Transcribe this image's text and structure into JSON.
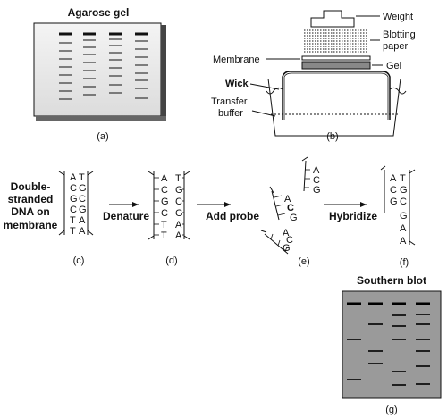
{
  "panel_a": {
    "title": "Agarose gel",
    "caption": "(a)"
  },
  "panel_b": {
    "caption": "(b)",
    "labels": {
      "weight": "Weight",
      "blotting_paper_1": "Blotting",
      "blotting_paper_2": "paper",
      "membrane": "Membrane",
      "gel": "Gel",
      "wick": "Wick",
      "transfer_buffer_1": "Transfer",
      "transfer_buffer_2": "buffer"
    }
  },
  "panel_c": {
    "caption": "(c)",
    "label_lines": [
      "Double-",
      "stranded",
      "DNA on",
      "membrane"
    ],
    "pairs": [
      [
        "A",
        "T"
      ],
      [
        "C",
        "G"
      ],
      [
        "G",
        "C"
      ],
      [
        "C",
        "G"
      ],
      [
        "T",
        "A"
      ],
      [
        "T",
        "A"
      ]
    ]
  },
  "panel_d": {
    "caption": "(d)",
    "left": [
      "A",
      "C",
      "G",
      "C",
      "T",
      "T"
    ],
    "right": [
      "T",
      "G",
      "C",
      "G",
      "A",
      "A"
    ]
  },
  "panel_e": {
    "caption": "(e)",
    "probe_top": [
      "A",
      "C",
      "G"
    ],
    "probe_left": [
      "A",
      "C",
      "G"
    ],
    "probe_bottom": [
      "A",
      "C",
      "G"
    ]
  },
  "panel_f": {
    "caption": "(f)",
    "pairs": [
      [
        "A",
        "T"
      ],
      [
        "C",
        "G"
      ],
      [
        "G",
        "C"
      ]
    ],
    "single": [
      "G",
      "A",
      "A"
    ]
  },
  "panel_g": {
    "title": "Southern blot",
    "caption": "(g)"
  },
  "arrows": {
    "denature": "Denature",
    "add_probe": "Add probe",
    "hybridize": "Hybridize"
  },
  "colors": {
    "ink": "#111111",
    "gel_fill": "#e9e9e9",
    "blot_fill": "#9a9a9a",
    "band": "#000000"
  }
}
